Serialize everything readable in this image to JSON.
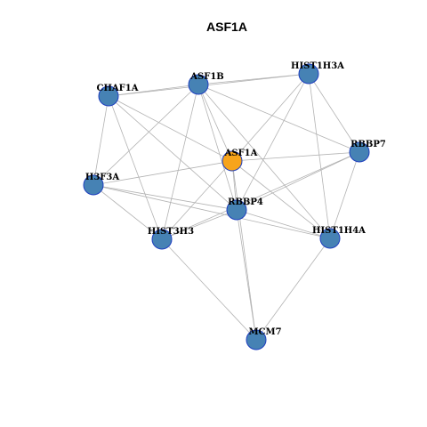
{
  "title": "ASF1A",
  "colors": {
    "focus": "#F7A41C",
    "default": "#4682B4",
    "stroke": "#1F3FBF",
    "edge": "#B3B3B3"
  },
  "nodes": [
    {
      "id": "ASF1A",
      "label": "ASF1A",
      "focus": true
    },
    {
      "id": "ASF1B",
      "label": "ASF1B",
      "focus": false
    },
    {
      "id": "CHAF1A",
      "label": "CHAF1A",
      "focus": false
    },
    {
      "id": "HIST1H3A",
      "label": "HIST1H3A",
      "focus": false
    },
    {
      "id": "RBBP7",
      "label": "RBBP7",
      "focus": false
    },
    {
      "id": "H3F3A",
      "label": "H3F3A",
      "focus": false
    },
    {
      "id": "RBBP4",
      "label": "RBBP4",
      "focus": false
    },
    {
      "id": "HIST3H3",
      "label": "HIST3H3",
      "focus": false
    },
    {
      "id": "HIST1H4A",
      "label": "HIST1H4A",
      "focus": false
    },
    {
      "id": "MCM7",
      "label": "MCM7",
      "focus": false
    }
  ],
  "edges": [
    [
      "CHAF1A",
      "ASF1B"
    ],
    [
      "CHAF1A",
      "HIST1H3A"
    ],
    [
      "CHAF1A",
      "ASF1A"
    ],
    [
      "CHAF1A",
      "H3F3A"
    ],
    [
      "CHAF1A",
      "HIST3H3"
    ],
    [
      "CHAF1A",
      "RBBP4"
    ],
    [
      "ASF1B",
      "HIST1H3A"
    ],
    [
      "ASF1B",
      "ASF1A"
    ],
    [
      "ASF1B",
      "RBBP7"
    ],
    [
      "ASF1B",
      "H3F3A"
    ],
    [
      "ASF1B",
      "RBBP4"
    ],
    [
      "ASF1B",
      "HIST3H3"
    ],
    [
      "ASF1B",
      "HIST1H4A"
    ],
    [
      "HIST1H3A",
      "ASF1A"
    ],
    [
      "HIST1H3A",
      "RBBP7"
    ],
    [
      "HIST1H3A",
      "RBBP4"
    ],
    [
      "HIST1H3A",
      "HIST1H4A"
    ],
    [
      "ASF1A",
      "RBBP7"
    ],
    [
      "ASF1A",
      "H3F3A"
    ],
    [
      "ASF1A",
      "RBBP4"
    ],
    [
      "ASF1A",
      "HIST3H3"
    ],
    [
      "ASF1A",
      "HIST1H4A"
    ],
    [
      "ASF1A",
      "MCM7"
    ],
    [
      "RBBP7",
      "RBBP4"
    ],
    [
      "RBBP7",
      "HIST3H3"
    ],
    [
      "RBBP7",
      "HIST1H4A"
    ],
    [
      "H3F3A",
      "RBBP4"
    ],
    [
      "H3F3A",
      "HIST3H3"
    ],
    [
      "H3F3A",
      "HIST1H4A"
    ],
    [
      "RBBP4",
      "HIST3H3"
    ],
    [
      "RBBP4",
      "HIST1H4A"
    ],
    [
      "RBBP4",
      "MCM7"
    ],
    [
      "HIST3H3",
      "MCM7"
    ],
    [
      "HIST1H4A",
      "MCM7"
    ]
  ]
}
